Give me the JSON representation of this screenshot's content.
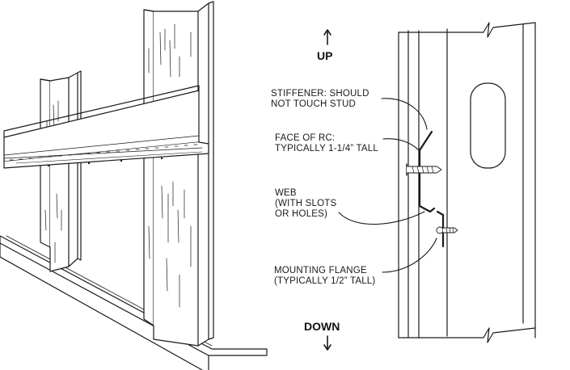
{
  "direction": {
    "up": "UP",
    "down": "DOWN"
  },
  "labels": {
    "stiffener": [
      "STIFFENER: SHOULD",
      "NOT TOUCH STUD"
    ],
    "face": [
      "FACE OF RC:",
      "TYPICALLY 1-1/4” TALL"
    ],
    "web": [
      "WEB",
      "(WITH SLOTS",
      "OR HOLES)"
    ],
    "flange": [
      "MOUNTING FLANGE",
      "(TYPICALLY 1/2” TALL)"
    ]
  },
  "colors": {
    "line": "#1a1a1a",
    "background": "#ffffff"
  }
}
